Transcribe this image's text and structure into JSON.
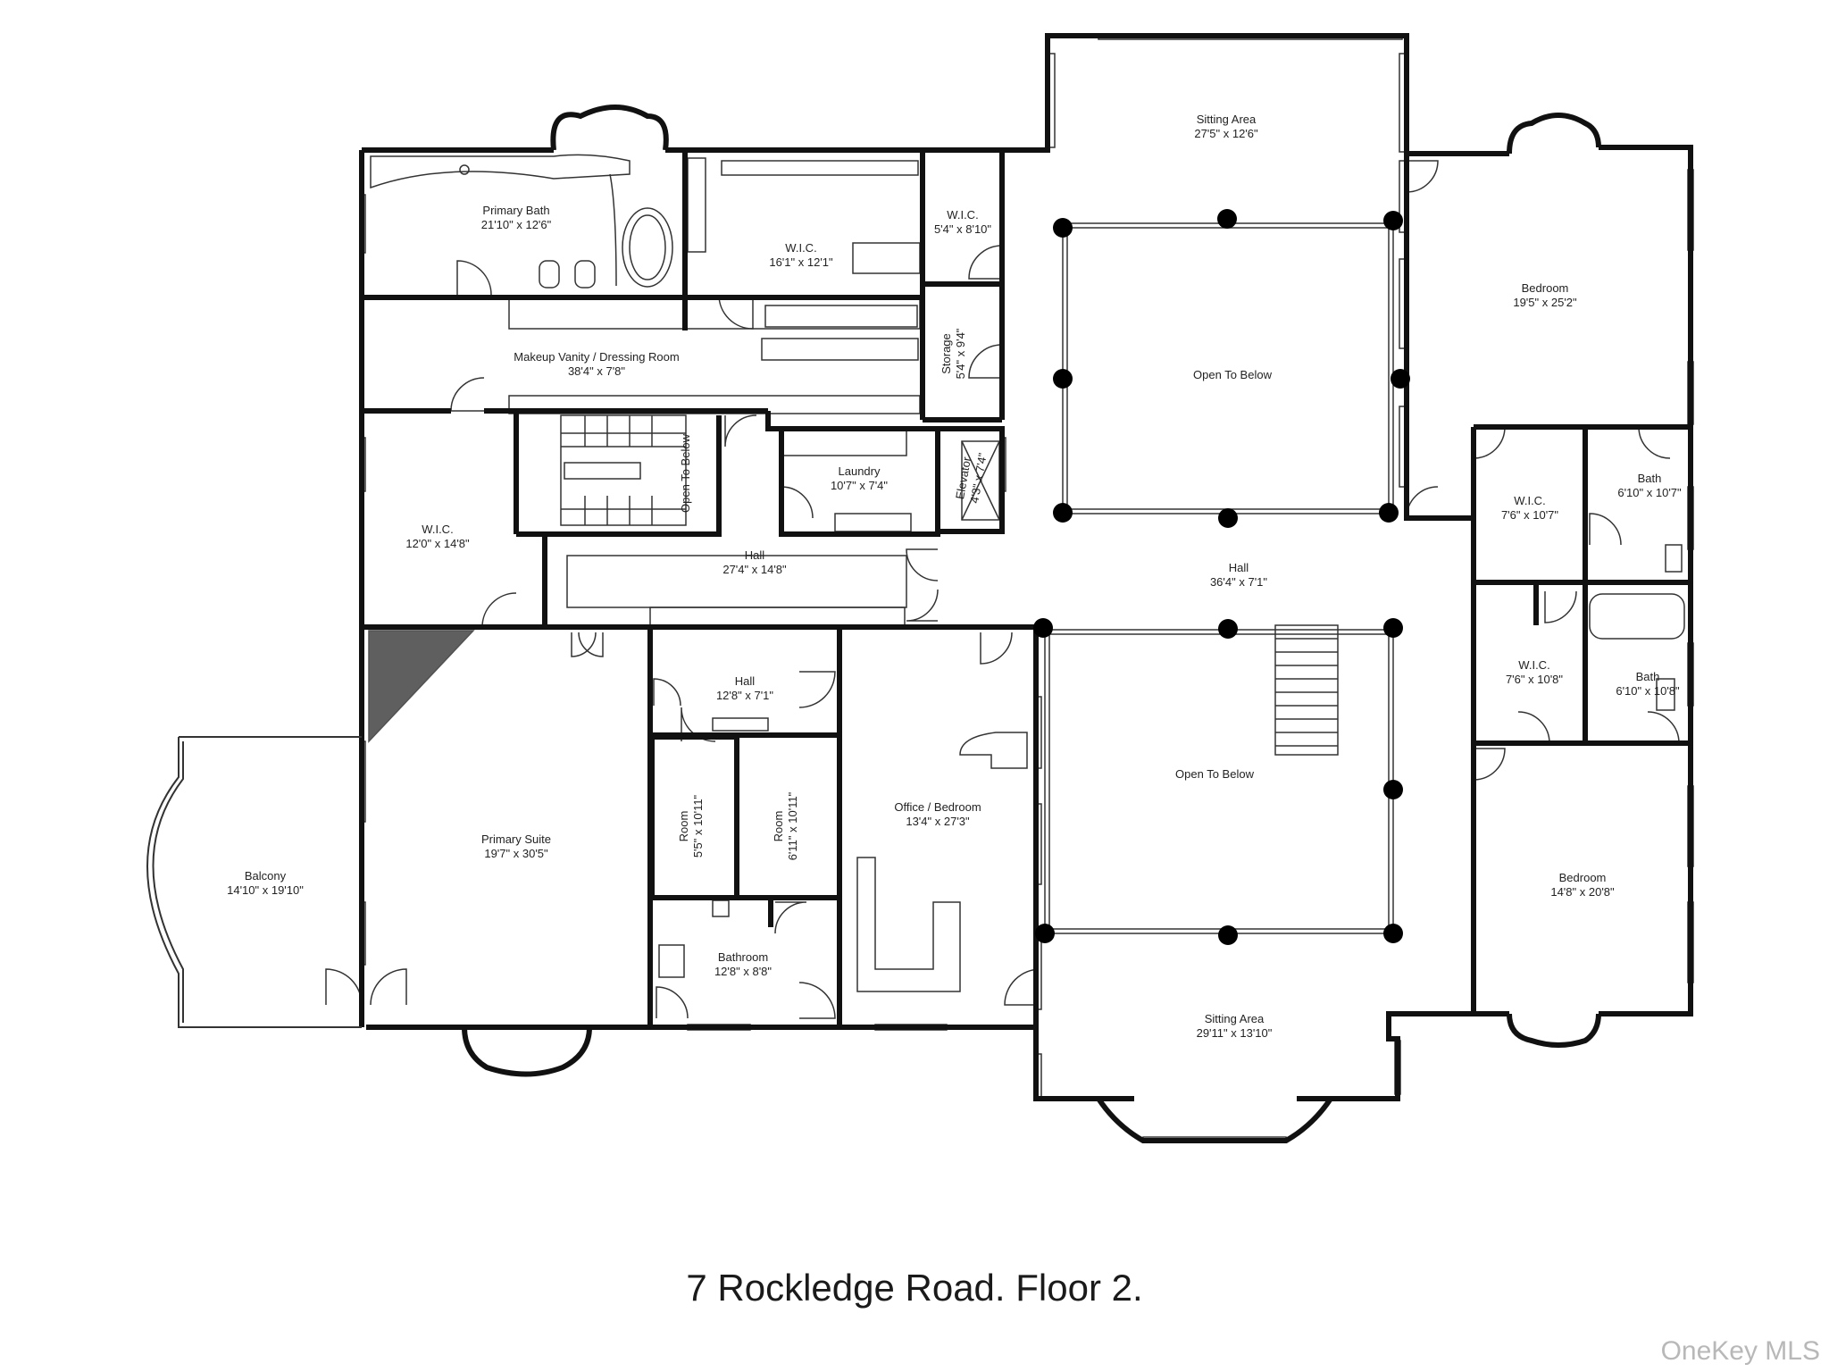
{
  "caption": "7 Rockledge Road. Floor 2.",
  "watermark": "OneKey MLS",
  "rooms": [
    {
      "id": "primary-bath",
      "name": "Primary Bath",
      "dims": "21'10\" x 12'6\""
    },
    {
      "id": "wic-1",
      "name": "W.I.C.",
      "dims": "16'1\" x 12'1\""
    },
    {
      "id": "wic-2",
      "name": "W.I.C.",
      "dims": "5'4\" x 8'10\""
    },
    {
      "id": "sitting-area-top",
      "name": "Sitting Area",
      "dims": "27'5\" x 12'6\""
    },
    {
      "id": "bedroom-top",
      "name": "Bedroom",
      "dims": "19'5\" x 25'2\""
    },
    {
      "id": "makeup-vanity",
      "name": "Makeup Vanity / Dressing Room",
      "dims": "38'4\" x 7'8\""
    },
    {
      "id": "storage",
      "name": "Storage",
      "dims": "5'4\" x 9'4\""
    },
    {
      "id": "open-below-top",
      "name": "Open To Below",
      "dims": ""
    },
    {
      "id": "wic-3",
      "name": "W.I.C.",
      "dims": "12'0\" x 14'8\""
    },
    {
      "id": "stair-open-below",
      "name": "Open To Below",
      "dims": ""
    },
    {
      "id": "laundry",
      "name": "Laundry",
      "dims": "10'7\" x 7'4\""
    },
    {
      "id": "elevator",
      "name": "Elevator",
      "dims": "4'3\" x 7'4\""
    },
    {
      "id": "hall-main",
      "name": "Hall",
      "dims": "27'4\" x 14'8\""
    },
    {
      "id": "hall-right",
      "name": "Hall",
      "dims": "36'4\" x 7'1\""
    },
    {
      "id": "wic-4",
      "name": "W.I.C.",
      "dims": "7'6\" x 10'7\""
    },
    {
      "id": "bath-1",
      "name": "Bath",
      "dims": "6'10\" x 10'7\""
    },
    {
      "id": "hall-small",
      "name": "Hall",
      "dims": "12'8\" x 7'1\""
    },
    {
      "id": "wic-5",
      "name": "W.I.C.",
      "dims": "7'6\" x 10'8\""
    },
    {
      "id": "bath-2",
      "name": "Bath",
      "dims": "6'10\" x 10'8\""
    },
    {
      "id": "open-below-bottom",
      "name": "Open To Below",
      "dims": ""
    },
    {
      "id": "room-1",
      "name": "Room",
      "dims": "5'5\" x 10'11\""
    },
    {
      "id": "room-2",
      "name": "Room",
      "dims": "6'11\" x 10'11\""
    },
    {
      "id": "office-bedroom",
      "name": "Office / Bedroom",
      "dims": "13'4\" x 27'3\""
    },
    {
      "id": "primary-suite",
      "name": "Primary Suite",
      "dims": "19'7\" x 30'5\""
    },
    {
      "id": "balcony",
      "name": "Balcony",
      "dims": "14'10\" x 19'10\""
    },
    {
      "id": "bedroom-bottom",
      "name": "Bedroom",
      "dims": "14'8\" x 20'8\""
    },
    {
      "id": "bathroom",
      "name": "Bathroom",
      "dims": "12'8\" x 8'8\""
    },
    {
      "id": "sitting-area-bottom",
      "name": "Sitting Area",
      "dims": "29'11\" x 13'10\""
    }
  ]
}
